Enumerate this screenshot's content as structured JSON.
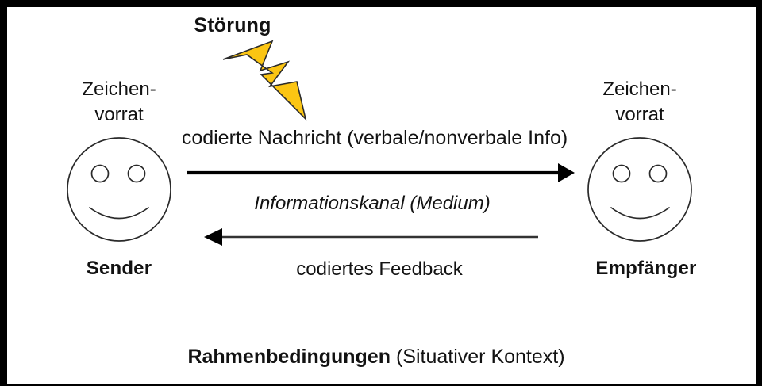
{
  "diagram": {
    "title_caption_bold": "Rahmenbedingungen",
    "title_caption_rest": " (Situativer Kontext)",
    "noise_label": "Störung",
    "message_label": "codierte Nachricht (verbale/nonverbale Info)",
    "channel_label": "Informationskanal (Medium)",
    "feedback_label": "codiertes Feedback",
    "sender": {
      "repertoire_label": "Zeichen-\nvorrat",
      "role_label": "Sender",
      "face_icon": "smiley-face-icon"
    },
    "receiver": {
      "repertoire_label": "Zeichen-\nvorrat",
      "role_label": "Empfänger",
      "face_icon": "smiley-face-icon"
    },
    "icons": {
      "noise_icon": "lightning-bolt-icon",
      "message_arrow_icon": "arrow-right-icon",
      "feedback_arrow_icon": "arrow-left-icon"
    },
    "colors": {
      "bolt_fill": "#FBC513",
      "bolt_stroke": "#2a2a2a",
      "frame": "#000000",
      "background": "#ffffff",
      "text": "#121212",
      "line": "#000000"
    }
  }
}
